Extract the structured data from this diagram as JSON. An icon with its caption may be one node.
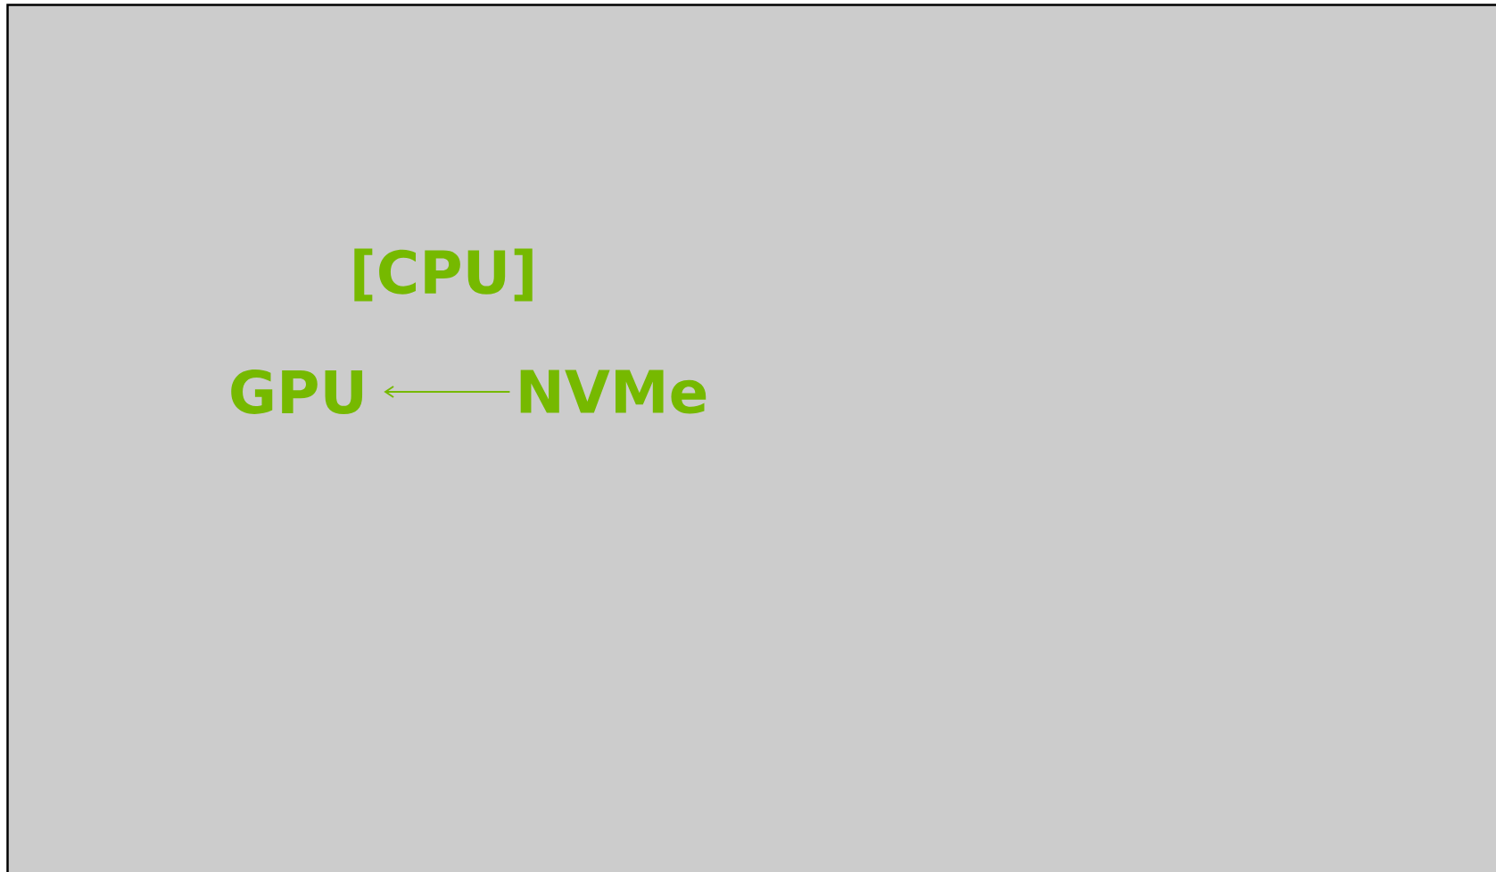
{
  "diagram": {
    "nodes": [
      {
        "text": [
          "GPU"
        ]
      },
      {
        "text": [
          "NVMe"
        ]
      }
    ],
    "edges": [
      {
        "from": 1,
        "to": 0,
        "arrow": "to"
      }
    ],
    "labels": [
      "[CPU]"
    ]
  }
}
